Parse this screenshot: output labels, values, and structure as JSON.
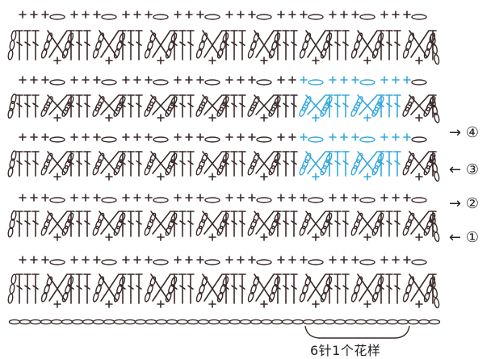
{
  "diagram": {
    "colors": {
      "stitch": "#3a2a2a",
      "highlight": "#35a8dc"
    },
    "row_labels": [
      {
        "arrow": "→",
        "num": "④"
      },
      {
        "arrow": "←",
        "num": "③"
      },
      {
        "arrow": "→",
        "num": "②"
      },
      {
        "arrow": "←",
        "num": "①"
      }
    ],
    "repeat_note": "6针1个花样"
  }
}
